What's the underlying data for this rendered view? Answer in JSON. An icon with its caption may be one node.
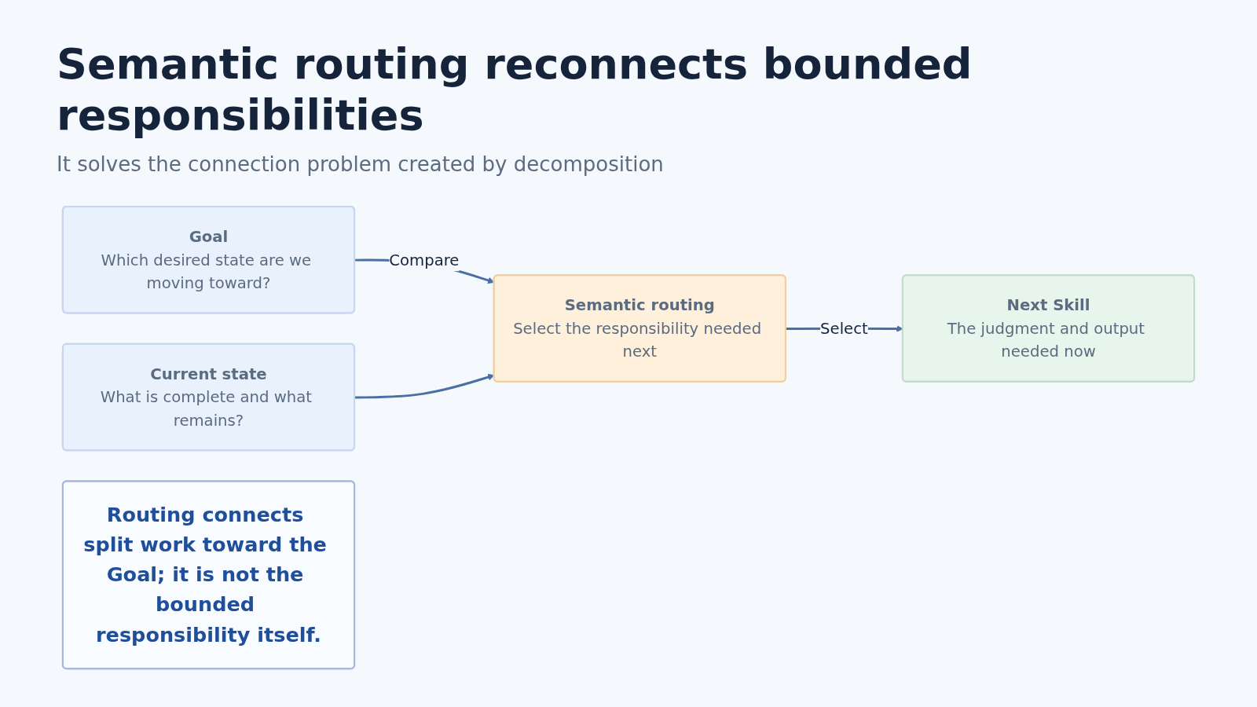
{
  "diagram": {
    "title": "Semantic routing reconnects bounded responsibilities",
    "nodes": [
      {
        "text": [
          "Goal",
          "Which desired state are we moving toward?"
        ]
      },
      {
        "text": [
          "Current state",
          "What is complete and what remains?"
        ]
      },
      {
        "text": [
          "Semantic routing",
          "Select the responsibility needed next"
        ]
      },
      {
        "text": [
          "Next Skill",
          "The judgment and output needed now"
        ]
      },
      {
        "text": [
          "Routing connects split work toward the Goal; it is not the bounded responsibility itself."
        ]
      }
    ],
    "edges": [
      {
        "from": 0,
        "to": 2,
        "arrow": "to",
        "label": "Compare"
      },
      {
        "from": 1,
        "to": 2,
        "arrow": "to"
      },
      {
        "from": 2,
        "to": 3,
        "arrow": "to",
        "label": "Select"
      }
    ],
    "labels": [
      "It solves the connection problem created by decomposition"
    ]
  }
}
